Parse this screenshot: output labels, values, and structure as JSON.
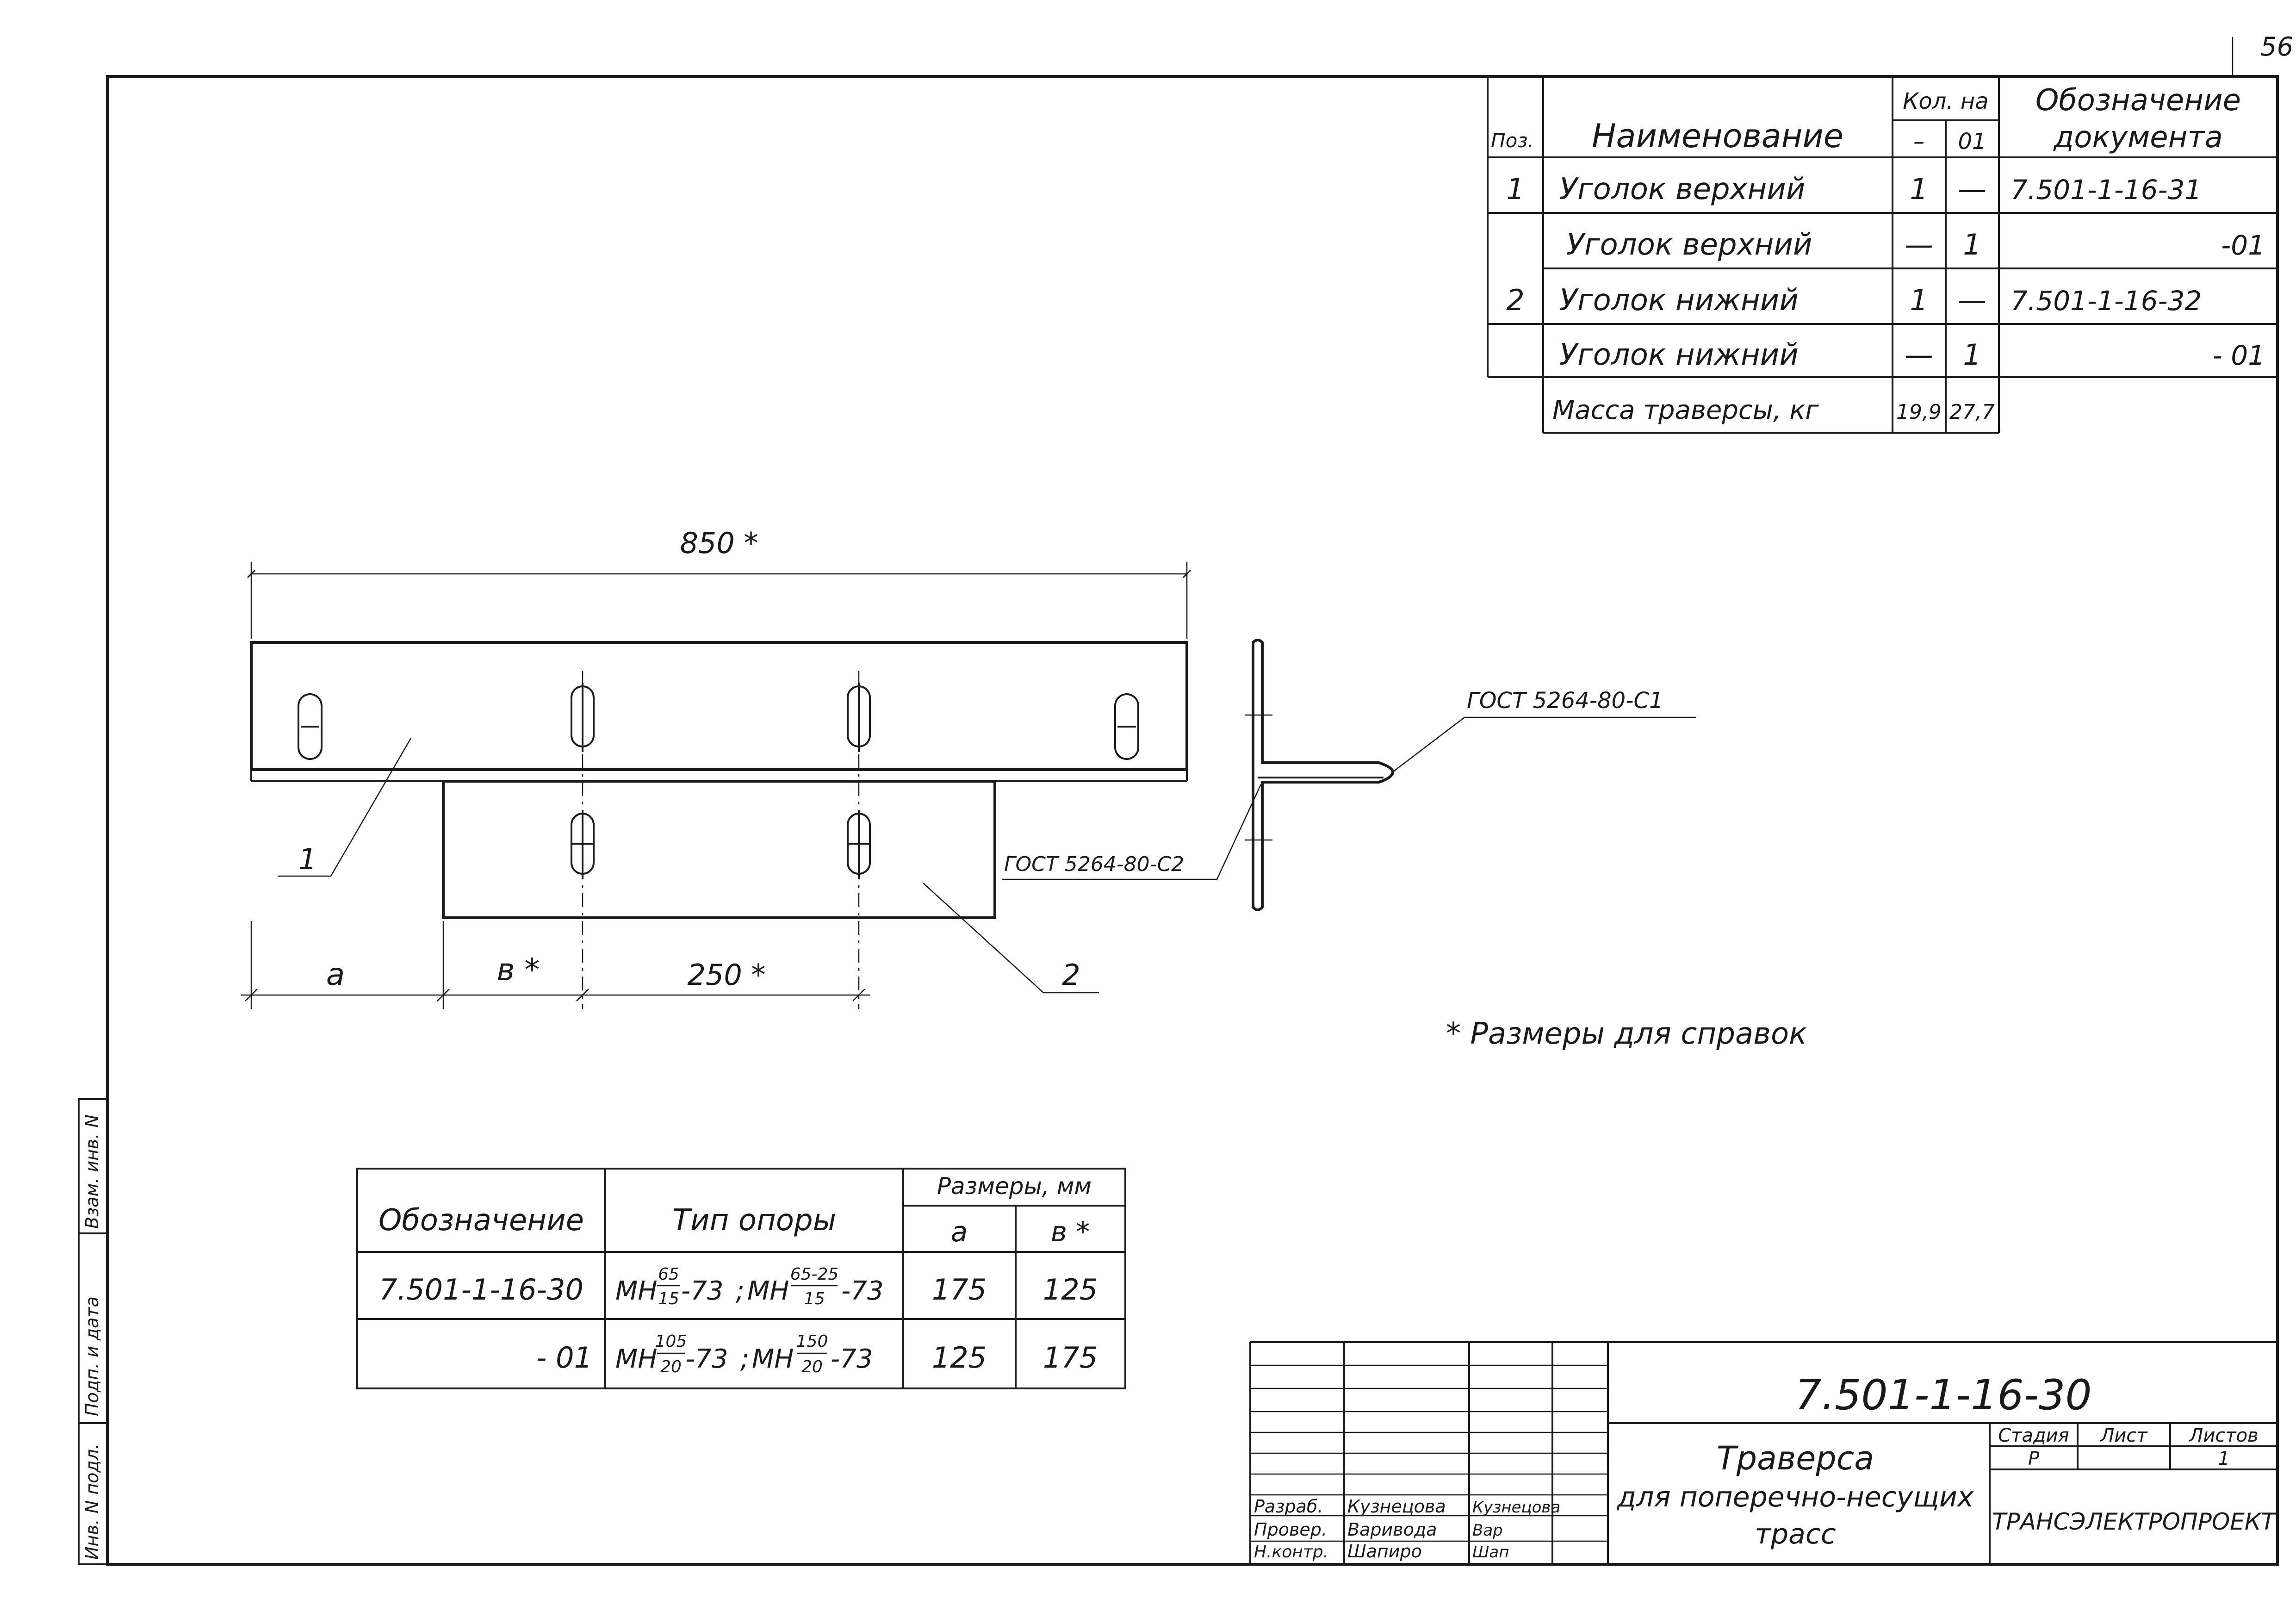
{
  "page_number": "56",
  "spec_table": {
    "header": {
      "pos": "Поз.",
      "name": "Наименование",
      "qty": "Кол. на",
      "qty_base": "–",
      "qty_01": "01",
      "doc": "Обозначение",
      "doc2": "документа"
    },
    "rows": [
      {
        "pos": "1",
        "name": "Уголок верхний",
        "q1": "1",
        "q2": "—",
        "doc": "7.501-1-16-31"
      },
      {
        "pos": "",
        "name": "Уголок верхний",
        "q1": "—",
        "q2": "1",
        "doc": "-01"
      },
      {
        "pos": "2",
        "name": "Уголок нижний",
        "q1": "1",
        "q2": "—",
        "doc": "7.501-1-16-32"
      },
      {
        "pos": "",
        "name": "Уголок нижний",
        "q1": "—",
        "q2": "1",
        "doc": "- 01"
      }
    ],
    "mass": {
      "label": "Масса траверсы, кг",
      "v1": "19,9",
      "v2": "27,7"
    }
  },
  "drawing": {
    "dim_length": "850 *",
    "dim_a": "a",
    "dim_b": "в *",
    "dim_250": "250 *",
    "callout_1": "1",
    "callout_2": "2",
    "weld_c1": "ГОСТ 5264-80-С1",
    "weld_c2": "ГОСТ 5264-80-С2"
  },
  "note": "* Размеры для справок",
  "size_table": {
    "h_designation": "Обозначение",
    "h_type": "Тип опоры",
    "h_sizes": "Размеры, мм",
    "h_a": "a",
    "h_b": "в *",
    "rows": [
      {
        "designation": "7.501-1-16-30",
        "type_1": "МН",
        "f1n": "65",
        "f1d": "15",
        "type_2": "МН",
        "f2n": "65-25",
        "f2d": "15",
        "suffix": "-73",
        "a": "175",
        "b": "125"
      },
      {
        "designation": "- 01",
        "type_1": "МН",
        "f1n": "105",
        "f1d": "20",
        "type_2": "МН",
        "f2n": "150",
        "f2d": "20",
        "suffix": "-73",
        "a": "125",
        "b": "175"
      }
    ]
  },
  "side_stamp": [
    "Инв. N подл.",
    "Подп. и дата",
    "Взам. инв. N"
  ],
  "title_block": {
    "code": "7.501-1-16-30",
    "title_line1": "Траверса",
    "title_line2": "для поперечно-несущих",
    "title_line3": "трасс",
    "stage_label": "Стадия",
    "sheet_label": "Лист",
    "sheets_label": "Листов",
    "stage": "Р",
    "sheet": "",
    "sheets": "1",
    "org": "ТРАНСЭЛЕКТРОПРОЕКТ",
    "people": [
      {
        "role": "Разраб.",
        "name": "Кузнецова",
        "sign": "Кузнецова"
      },
      {
        "role": "Провер.",
        "name": "Варивода",
        "sign": "Вар"
      },
      {
        "role": "Н.контр.",
        "name": "Шапиро",
        "sign": "Шап"
      }
    ]
  }
}
